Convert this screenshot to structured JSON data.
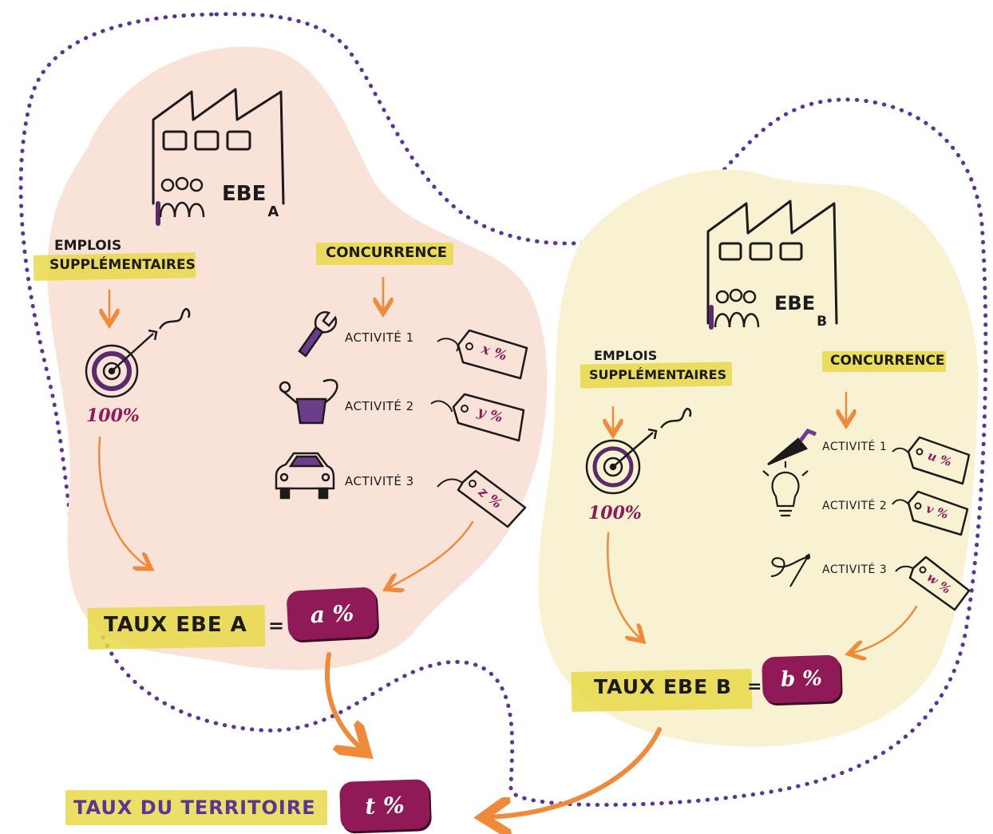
{
  "colors": {
    "blob_a": "#f9e3d8",
    "blob_b": "#f8f2d2",
    "dotted_border": "#5a3598",
    "arrow": "#ee8a3a",
    "pill": "#8f1a57",
    "highlight": "#e7d94a",
    "ink": "#1d1a1c",
    "territory_text": "#5a3598"
  },
  "ebe_a": {
    "building": "EBE",
    "subscript": "A",
    "jobs": [
      "EMPLOIS",
      "SUPPLÉMENTAIRES"
    ],
    "target_pct": "100%",
    "competition": "CONCURRENCE",
    "activities": [
      {
        "label": "ACTIVITÉ 1",
        "share": "x %",
        "icon": "wrench-icon"
      },
      {
        "label": "ACTIVITÉ 2",
        "share": "y %",
        "icon": "watering-can-icon"
      },
      {
        "label": "ACTIVITÉ 3",
        "share": "z %",
        "icon": "car-icon"
      }
    ],
    "rate_label": "TAUX EBE A",
    "equals": "=",
    "rate_value": "a %"
  },
  "ebe_b": {
    "building": "EBE",
    "subscript": "B",
    "jobs": [
      "EMPLOIS",
      "SUPPLÉMENTAIRES"
    ],
    "target_pct": "100%",
    "competition": "CONCURRENCE",
    "activities": [
      {
        "label": "ACTIVITÉ 1",
        "share": "u %",
        "icon": "trowel-icon"
      },
      {
        "label": "ACTIVITÉ 2",
        "share": "v %",
        "icon": "lightbulb-icon"
      },
      {
        "label": "ACTIVITÉ 3",
        "share": "w %",
        "icon": "needle-thread-icon"
      }
    ],
    "rate_label": "TAUX EBE B",
    "equals": "=",
    "rate_value": "b %"
  },
  "territory": {
    "label": "TAUX DU TERRITOIRE",
    "value": "t %"
  }
}
